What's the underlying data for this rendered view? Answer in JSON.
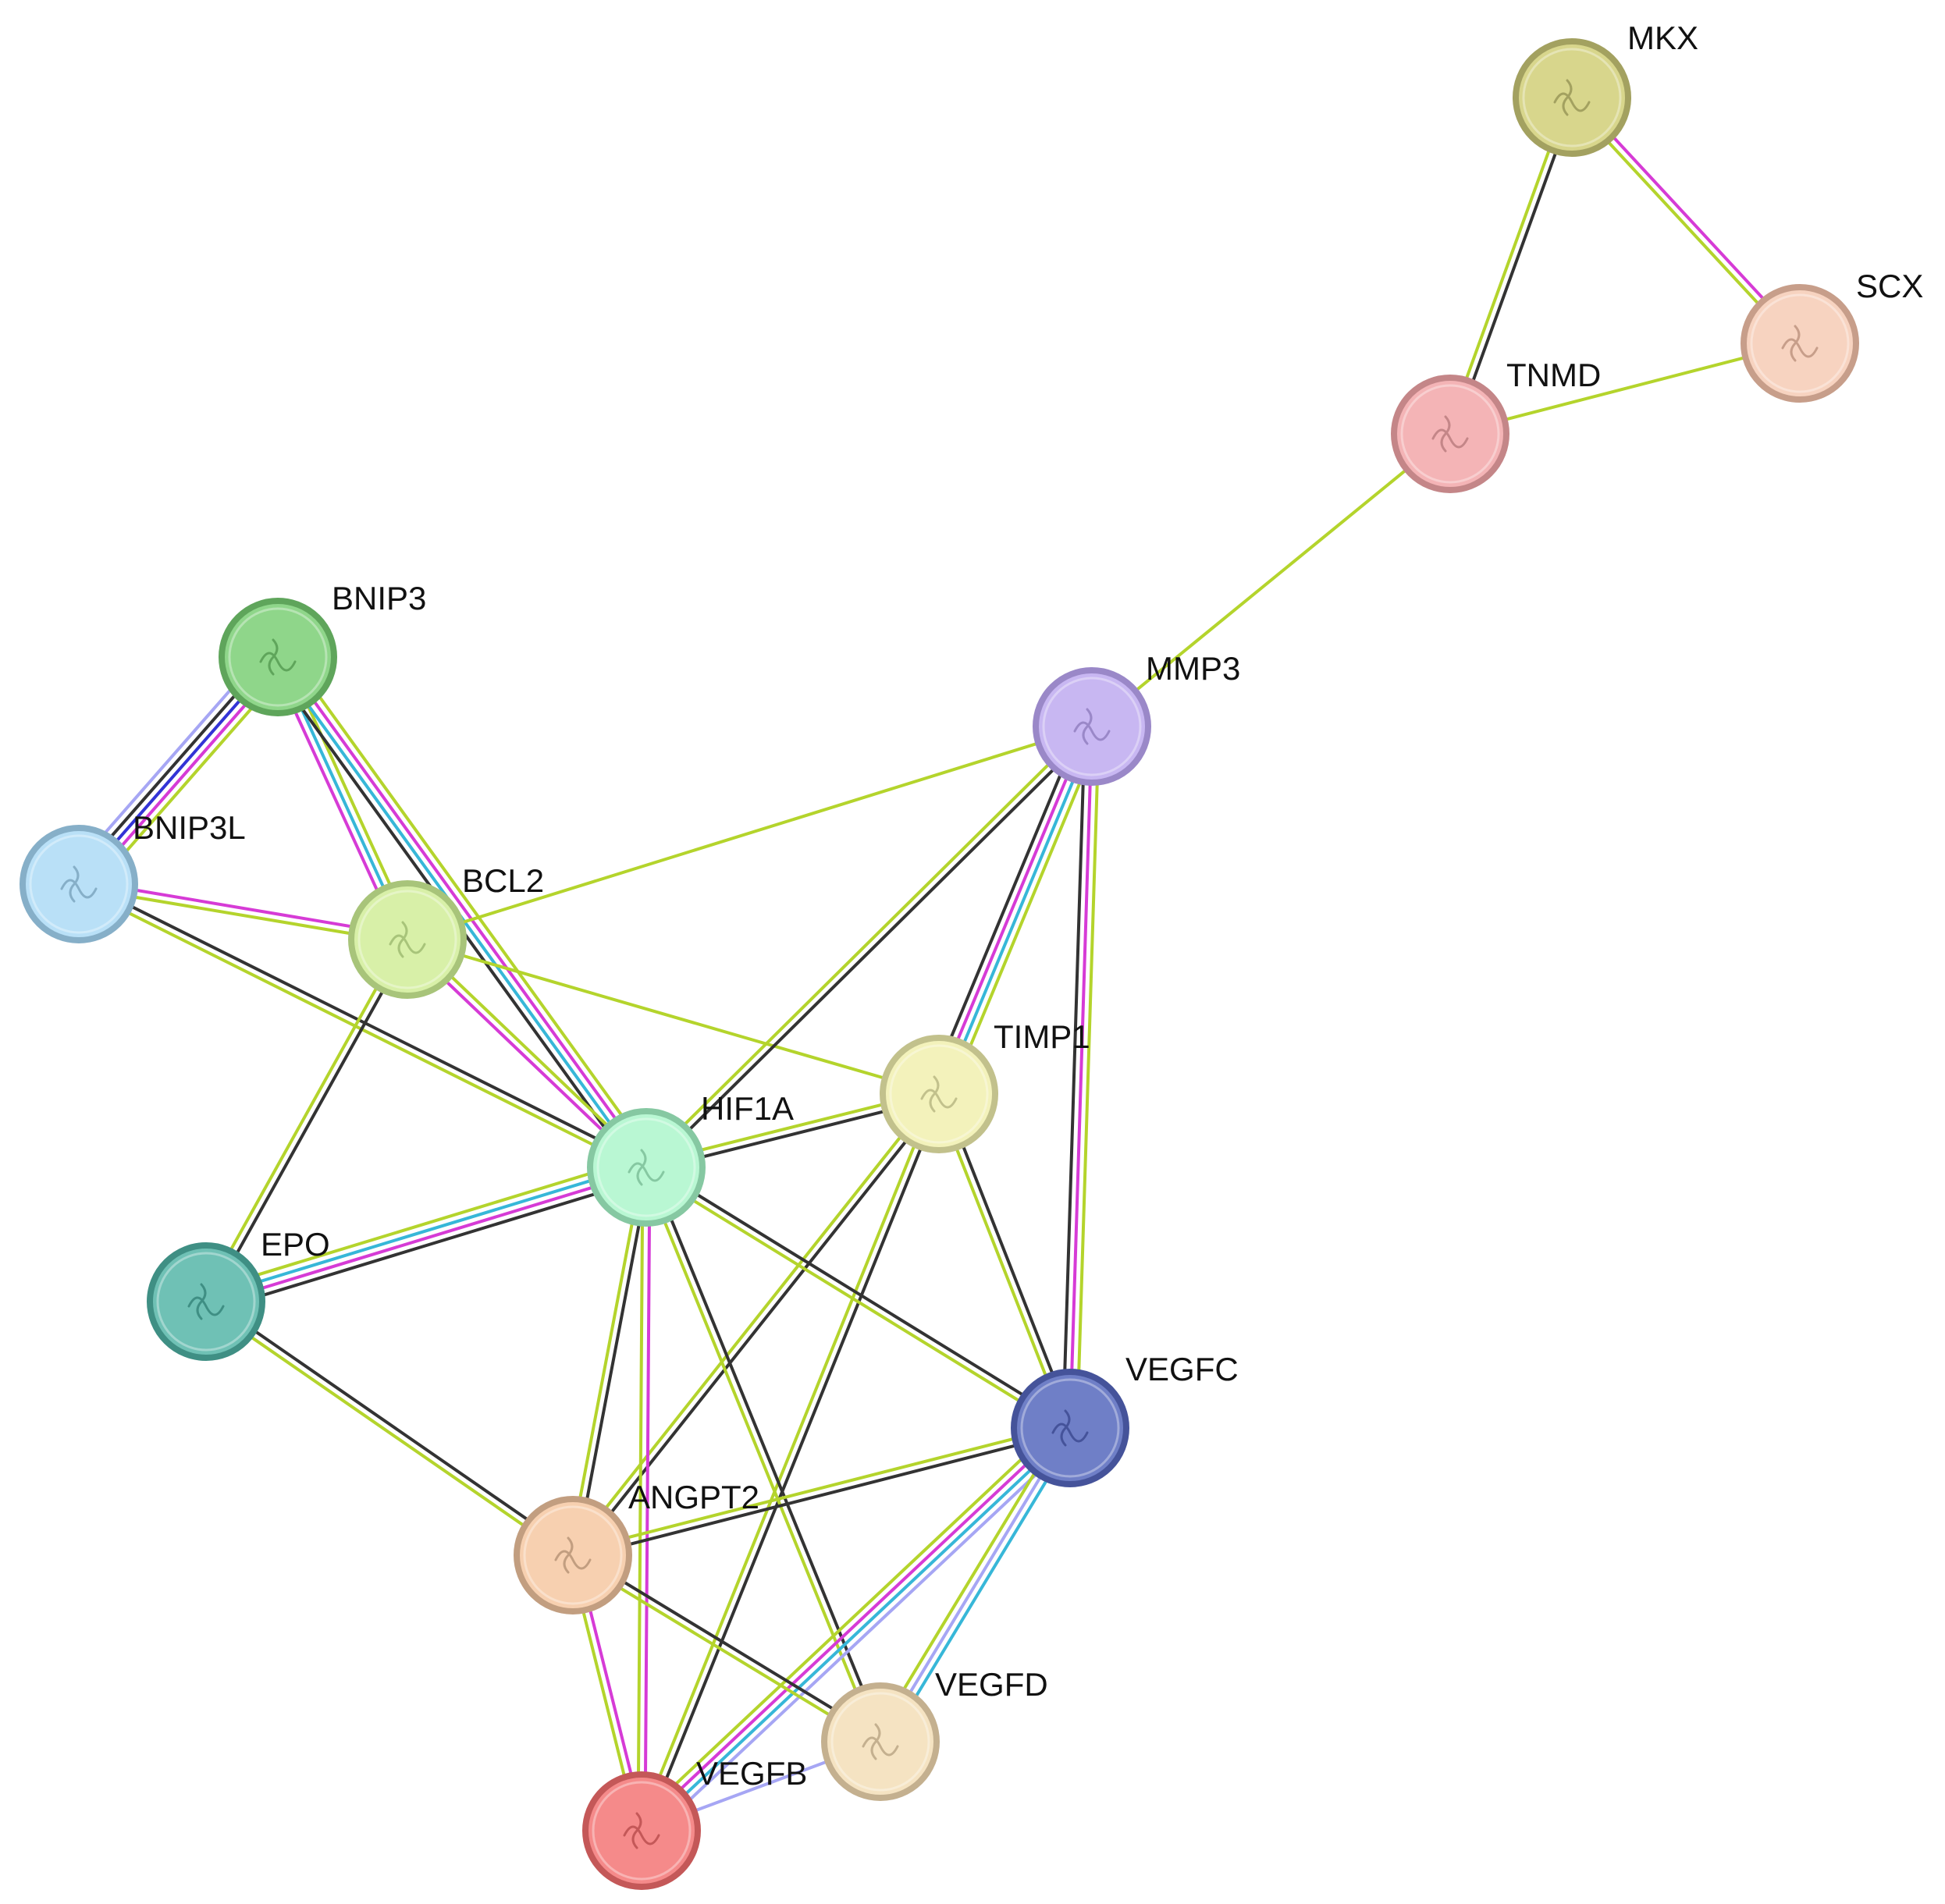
{
  "nodes": [
    {
      "id": "MKX",
      "label": "MKX",
      "fill": "#d8d68c",
      "ring": "#a3a160"
    },
    {
      "id": "SCX",
      "label": "SCX",
      "fill": "#f7d3c0",
      "ring": "#c79e8a"
    },
    {
      "id": "TNMD",
      "label": "TNMD",
      "fill": "#f4b4b6",
      "ring": "#c48688"
    },
    {
      "id": "MMP3",
      "label": "MMP3",
      "fill": "#c8b7f2",
      "ring": "#9a88c8"
    },
    {
      "id": "BNIP3",
      "label": "BNIP3",
      "fill": "#8fd68a",
      "ring": "#5fa55b"
    },
    {
      "id": "BNIP3L",
      "label": "BNIP3L",
      "fill": "#b9e0f7",
      "ring": "#86afc8"
    },
    {
      "id": "BCL2",
      "label": "BCL2",
      "fill": "#d8f0a8",
      "ring": "#a8c47a"
    },
    {
      "id": "TIMP1",
      "label": "TIMP1",
      "fill": "#f3f2bb",
      "ring": "#c2c18c"
    },
    {
      "id": "HIF1A",
      "label": "HIF1A",
      "fill": "#b9f7d3",
      "ring": "#86c8a2"
    },
    {
      "id": "EPO",
      "label": "EPO",
      "fill": "#6fc1b5",
      "ring": "#3f8f84"
    },
    {
      "id": "VEGFC",
      "label": "VEGFC",
      "fill": "#6f7fc7",
      "ring": "#45539a"
    },
    {
      "id": "ANGPT2",
      "label": "ANGPT2",
      "fill": "#f7d0b0",
      "ring": "#c29e80"
    },
    {
      "id": "VEGFD",
      "label": "VEGFD",
      "fill": "#f5e3c2",
      "ring": "#c4b08f"
    },
    {
      "id": "VEGFB",
      "label": "VEGFB",
      "fill": "#f58a8a",
      "ring": "#c45858"
    }
  ],
  "edge_colors": {
    "textmining": "#b4d42c",
    "coexpression": "#333333",
    "experiments": "#d63bd6",
    "databases": "#37b7d8",
    "homology": "#a6a6f4",
    "cooccurrence": "#3333d6"
  },
  "edges": [
    {
      "a": "MKX",
      "b": "TNMD",
      "types": [
        "coexpression",
        "textmining"
      ]
    },
    {
      "a": "MKX",
      "b": "SCX",
      "types": [
        "experiments",
        "textmining"
      ]
    },
    {
      "a": "SCX",
      "b": "TNMD",
      "types": [
        "textmining"
      ]
    },
    {
      "a": "TNMD",
      "b": "MMP3",
      "types": [
        "textmining"
      ]
    },
    {
      "a": "BNIP3",
      "b": "BNIP3L",
      "types": [
        "textmining",
        "experiments",
        "cooccurrence",
        "coexpression",
        "homology"
      ]
    },
    {
      "a": "BNIP3",
      "b": "BCL2",
      "types": [
        "textmining",
        "databases",
        "experiments"
      ]
    },
    {
      "a": "BNIP3",
      "b": "HIF1A",
      "types": [
        "textmining",
        "experiments",
        "databases",
        "coexpression"
      ]
    },
    {
      "a": "BNIP3L",
      "b": "BCL2",
      "types": [
        "experiments",
        "textmining"
      ]
    },
    {
      "a": "BNIP3L",
      "b": "HIF1A",
      "types": [
        "coexpression",
        "textmining"
      ]
    },
    {
      "a": "BCL2",
      "b": "MMP3",
      "types": [
        "textmining"
      ]
    },
    {
      "a": "BCL2",
      "b": "TIMP1",
      "types": [
        "textmining"
      ]
    },
    {
      "a": "BCL2",
      "b": "HIF1A",
      "types": [
        "textmining",
        "experiments"
      ]
    },
    {
      "a": "BCL2",
      "b": "EPO",
      "types": [
        "coexpression",
        "textmining"
      ]
    },
    {
      "a": "MMP3",
      "b": "HIF1A",
      "types": [
        "coexpression",
        "textmining"
      ]
    },
    {
      "a": "MMP3",
      "b": "TIMP1",
      "types": [
        "textmining",
        "databases",
        "experiments",
        "coexpression"
      ]
    },
    {
      "a": "MMP3",
      "b": "VEGFC",
      "types": [
        "textmining",
        "experiments",
        "coexpression"
      ]
    },
    {
      "a": "TIMP1",
      "b": "HIF1A",
      "types": [
        "coexpression",
        "textmining"
      ]
    },
    {
      "a": "TIMP1",
      "b": "VEGFC",
      "types": [
        "coexpression",
        "textmining"
      ]
    },
    {
      "a": "TIMP1",
      "b": "ANGPT2",
      "types": [
        "coexpression",
        "textmining"
      ]
    },
    {
      "a": "TIMP1",
      "b": "VEGFB",
      "types": [
        "coexpression",
        "textmining"
      ]
    },
    {
      "a": "HIF1A",
      "b": "EPO",
      "types": [
        "coexpression",
        "experiments",
        "databases",
        "textmining"
      ]
    },
    {
      "a": "HIF1A",
      "b": "VEGFC",
      "types": [
        "coexpression",
        "textmining"
      ]
    },
    {
      "a": "HIF1A",
      "b": "ANGPT2",
      "types": [
        "coexpression",
        "textmining"
      ]
    },
    {
      "a": "HIF1A",
      "b": "VEGFB",
      "types": [
        "experiments",
        "textmining"
      ]
    },
    {
      "a": "HIF1A",
      "b": "VEGFD",
      "types": [
        "coexpression",
        "textmining"
      ]
    },
    {
      "a": "EPO",
      "b": "ANGPT2",
      "types": [
        "coexpression",
        "textmining"
      ]
    },
    {
      "a": "VEGFC",
      "b": "ANGPT2",
      "types": [
        "coexpression",
        "textmining"
      ]
    },
    {
      "a": "VEGFC",
      "b": "VEGFB",
      "types": [
        "homology",
        "databases",
        "experiments",
        "textmining"
      ]
    },
    {
      "a": "VEGFC",
      "b": "VEGFD",
      "types": [
        "databases",
        "homology",
        "textmining"
      ]
    },
    {
      "a": "ANGPT2",
      "b": "VEGFB",
      "types": [
        "experiments",
        "textmining"
      ]
    },
    {
      "a": "ANGPT2",
      "b": "VEGFD",
      "types": [
        "coexpression",
        "textmining"
      ]
    },
    {
      "a": "VEGFB",
      "b": "VEGFD",
      "types": [
        "homology"
      ]
    }
  ]
}
